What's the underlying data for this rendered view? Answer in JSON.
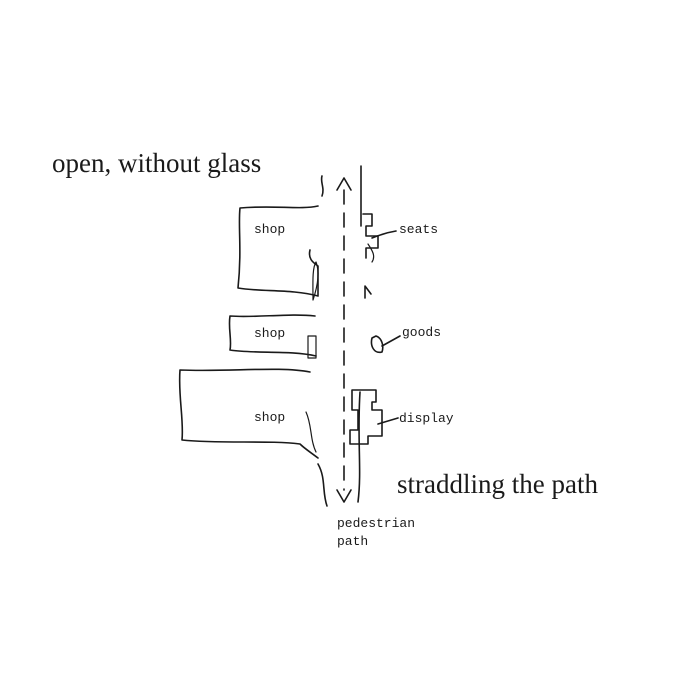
{
  "captions": {
    "top": "open, without glass",
    "bottom": "straddling the path"
  },
  "labels": {
    "shop_1": "shop",
    "shop_2": "shop",
    "shop_3": "shop",
    "seats": "seats",
    "goods": "goods",
    "display": "display",
    "path_line1": "pedestrian",
    "path_line2": "path"
  }
}
